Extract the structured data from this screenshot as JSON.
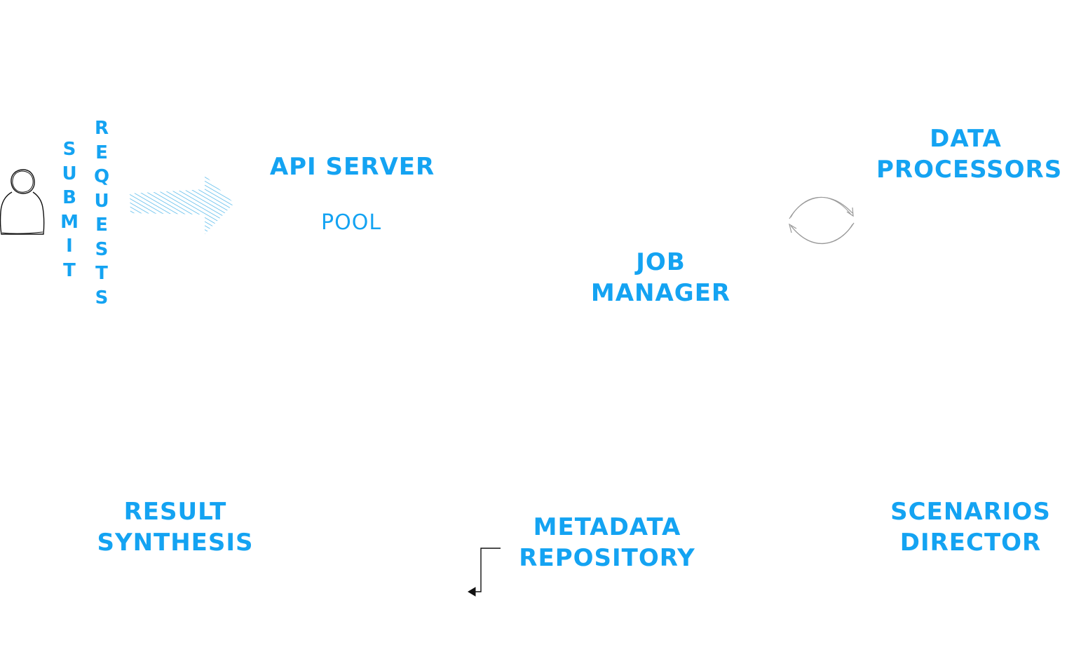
{
  "user": {
    "icon": "person-icon",
    "vertical_words": [
      "SUBMIT",
      "REQUESTS"
    ]
  },
  "nodes": {
    "api_server": {
      "title": "API SERVER",
      "subtitle": "POOL"
    },
    "job_manager": {
      "line1": "JOB",
      "line2": "MANAGER"
    },
    "data_processors": {
      "line1": "DATA",
      "line2": "PROCESSORS"
    },
    "result_synthesis": {
      "line1": "RESULT",
      "line2": "SYNTHESIS"
    },
    "metadata_repository": {
      "line1": "METADATA",
      "line2": "REPOSITORY"
    },
    "scenarios_director": {
      "line1": "SCENARIOS",
      "line2": "DIRECTOR"
    }
  },
  "colors": {
    "label": "#14a3f2",
    "hatch_arrow": "#3aaee8",
    "cycle_arrows": "#9a9a9a",
    "stroke": "#111111"
  }
}
